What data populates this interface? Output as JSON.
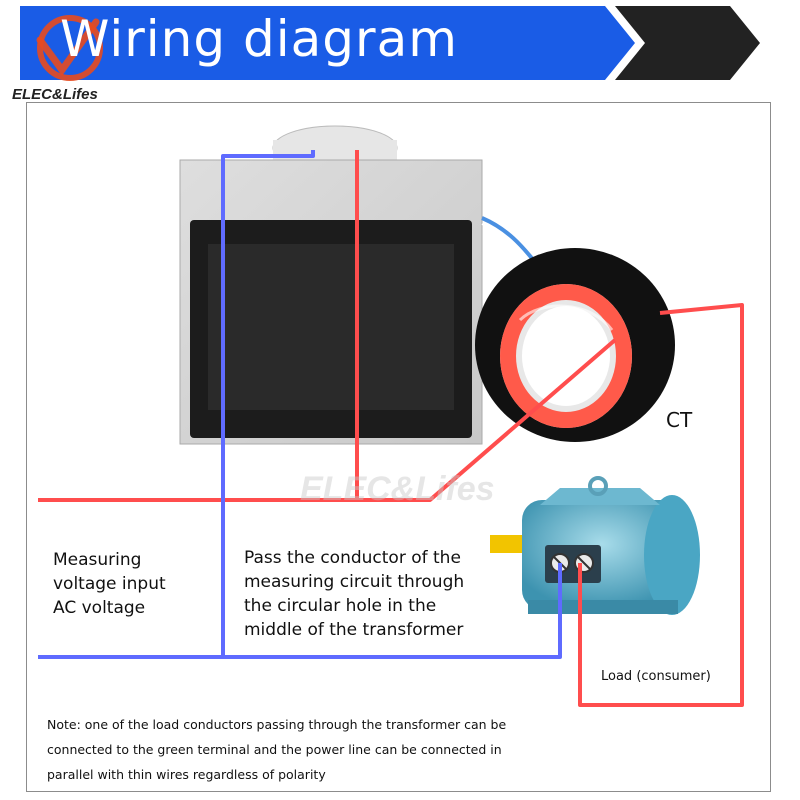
{
  "header": {
    "title": "Wiring diagram",
    "brand": "ELEC&Lifes",
    "color_banner": "#1a5ce6",
    "color_arrow": "#222222"
  },
  "watermark": "ELEC&Lifes",
  "labels": {
    "measuring": [
      "Measuring",
      "voltage input",
      "AC voltage"
    ],
    "pass": [
      "Pass the conductor of the",
      "measuring circuit through",
      "the circular hole in the",
      "middle of the transformer"
    ],
    "ct": "CT",
    "load": "Load (consumer)",
    "note": [
      "Note: one of the load conductors passing through the transformer can be",
      "connected to the green terminal and the power line can be connected in",
      "parallel with thin wires regardless of polarity"
    ]
  },
  "wires": {
    "red": "#ff4d4d",
    "blue": "#5f6bff"
  },
  "icons": [
    "meter-device-icon",
    "current-transformer-icon",
    "electric-motor-icon",
    "brand-logo-icon"
  ]
}
